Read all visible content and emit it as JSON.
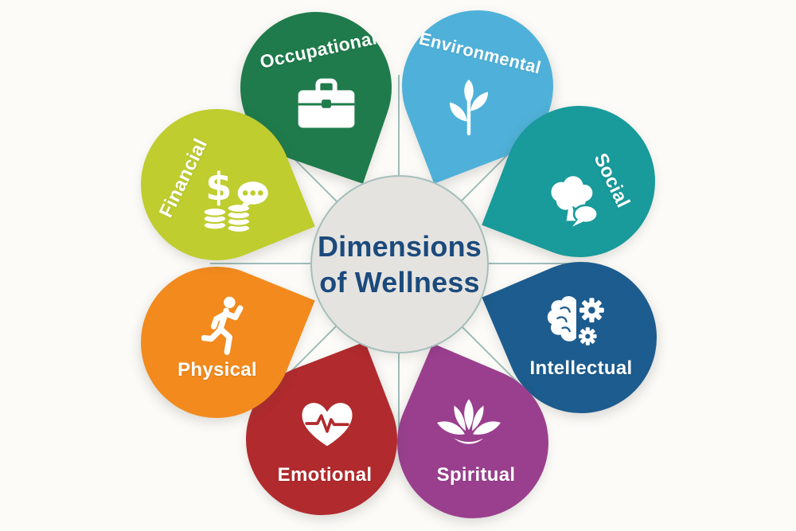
{
  "background": "#fcfbf8",
  "line_color": "#96b7b4",
  "center": {
    "title_line1": "Dimensions",
    "title_line2": "of Wellness",
    "bg": "#e5e3e0",
    "border": "#a5bfbc",
    "text_color": "#1b4a7c"
  },
  "petals": [
    {
      "id": "occupational",
      "label": "Occupational",
      "color": "#1f7b4b",
      "icon": "briefcase-icon"
    },
    {
      "id": "environmental",
      "label": "Environmental",
      "color": "#4fb1d9",
      "icon": "sprout-icon"
    },
    {
      "id": "social",
      "label": "Social",
      "color": "#199a9b",
      "icon": "tree-speech-icon"
    },
    {
      "id": "intellectual",
      "label": "Intellectual",
      "color": "#1d5c8e",
      "icon": "brain-gears-icon"
    },
    {
      "id": "spiritual",
      "label": "Spiritual",
      "color": "#9a3f8e",
      "icon": "lotus-icon"
    },
    {
      "id": "emotional",
      "label": "Emotional",
      "color": "#b12a2d",
      "icon": "heart-pulse-icon"
    },
    {
      "id": "physical",
      "label": "Physical",
      "color": "#f28a1e",
      "icon": "runner-icon"
    },
    {
      "id": "financial",
      "label": "Financial",
      "color": "#bfcd2f",
      "icon": "money-chat-icon"
    }
  ]
}
